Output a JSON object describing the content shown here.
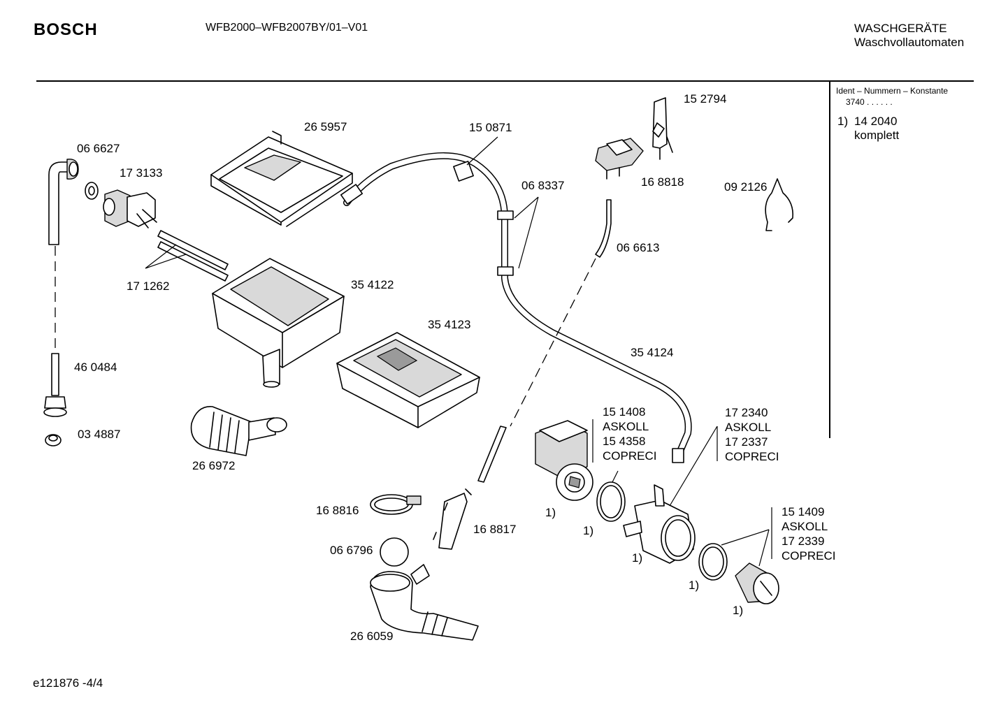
{
  "header": {
    "brand": "BOSCH",
    "model": "WFB2000–WFB2007BY/01–V01",
    "category_line1": "WASCHGERÄTE",
    "category_line2": "Waschvollautomaten"
  },
  "sidebar": {
    "ident_title": "Ident – Nummern – Konstante",
    "ident_value": "3740  .  .    .  .  .  .",
    "note_marker": "1)",
    "note_part": "14 2040",
    "note_text": "komplett"
  },
  "parts": {
    "p152794": "15 2794",
    "p265957": "26 5957",
    "p150871": "15 0871",
    "p066627": "06 6627",
    "p173133": "17 3133",
    "p068337": "06 8337",
    "p168818": "16 8818",
    "p092126": "09 2126",
    "p066613": "06 6613",
    "p171262": "17 1262",
    "p354122": "35 4122",
    "p354123": "35 4123",
    "p354124": "35 4124",
    "p460484": "46 0484",
    "p034887": "03 4887",
    "p266972": "26 6972",
    "p168816": "16 8816",
    "p168817": "16 8817",
    "p066796": "06 6796",
    "p266059": "26 6059",
    "pump_block": [
      "15 1408",
      "ASKOLL",
      "15 4358",
      "COPRECI"
    ],
    "trap_block": [
      "17 2340",
      "ASKOLL",
      "17 2337",
      "COPRECI"
    ],
    "filter_block": [
      "15 1409",
      "ASKOLL",
      "17 2339",
      "COPRECI"
    ],
    "footnote_marks": [
      "1)",
      "1)",
      "1)",
      "1)",
      "1)"
    ]
  },
  "footer": {
    "drawing_id": "e121876  -4/4"
  }
}
